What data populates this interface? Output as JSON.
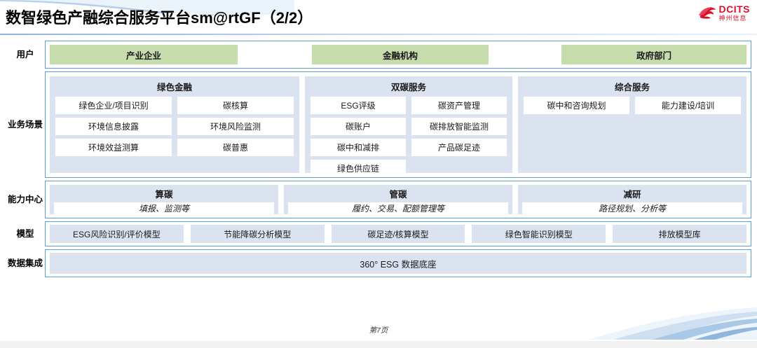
{
  "header": {
    "title": "数智绿色产融综合服务平台sm@rtGF（2/2）",
    "logo_en": "DCITS",
    "logo_cn": "神州信息"
  },
  "colors": {
    "user_box": "#c6dcad",
    "panel_bg": "#dce3f0",
    "row_border": "#5b9bd5",
    "logo_red": "#d9112a"
  },
  "rows": {
    "users": {
      "label": "用户",
      "items": [
        {
          "text": "产业企业"
        },
        {
          "text": "金融机构"
        },
        {
          "text": "政府部门"
        }
      ]
    },
    "scenario": {
      "label": "业务场景",
      "panels": [
        {
          "title": "绿色金融",
          "chips": [
            "绿色企业/项目识别",
            "碳核算",
            "环境信息披露",
            "环境风险监测",
            "环境效益测算",
            "碳普惠"
          ]
        },
        {
          "title": "双碳服务",
          "chips": [
            "ESG评级",
            "碳资产管理",
            "碳账户",
            "碳排放智能监测",
            "碳中和减排",
            "产品碳足迹",
            "绿色供应链"
          ]
        },
        {
          "title": "综合服务",
          "chips": [
            "碳中和咨询规划",
            "能力建设/培训"
          ]
        }
      ]
    },
    "capability": {
      "label": "能力中心",
      "panels": [
        {
          "title": "算碳",
          "subtitle": "填报、监测等"
        },
        {
          "title": "管碳",
          "subtitle": "履约、交易、配额管理等"
        },
        {
          "title": "减研",
          "subtitle": "路径规划、分析等"
        }
      ]
    },
    "model": {
      "label": "模型",
      "items": [
        "ESG风险识别/评价模型",
        "节能降碳分析模型",
        "碳足迹/核算模型",
        "绿色智能识别模型",
        "排放模型库"
      ]
    },
    "data": {
      "label": "数据集成",
      "bar": "360° ESG 数据底座"
    }
  },
  "footer": {
    "page": "第7页"
  }
}
